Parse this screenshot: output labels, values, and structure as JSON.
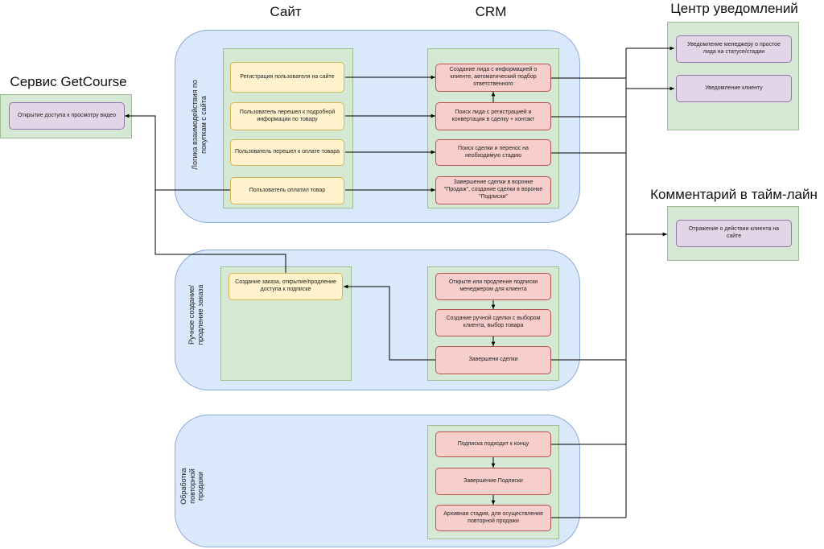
{
  "titles": {
    "site": "Сайт",
    "crm": "CRM",
    "notification_center": "Центр уведомлений",
    "getcourse": "Сервис GetCourse",
    "timeline": "Комментарий в тайм-лайн"
  },
  "lanes": {
    "purchase": "Логика взаимодействия по покупкам с сайта",
    "manual": "Ручное создание/ продление заказа",
    "repeat": "Обработка повторной продажи"
  },
  "site_nodes": {
    "registration": "Регистрация пользователя на сайте",
    "product_info": "Пользователь перешел к подробной информации по товару",
    "to_payment": "Пользователь перешел к оплате товара",
    "paid": "Пользователь оплатил товар",
    "manual_order": "Создание заказа, открытие/продление доступа к подписке"
  },
  "crm_nodes": {
    "create_lead": "Создание лида с информацией о клиенте, автоматический подбор ответственного",
    "find_lead": "Поиск лида с регистрацией и конвертация в сделку + контакт",
    "find_deal": "Поиск сделки и перенос на необходимую стадию",
    "close_deal": "Завершение сделки в воронке \"Продаж\", создание сделки в воронке \"Подписки\"",
    "open_subscription": "Открыте или продление подписки менеджером для клиента",
    "manual_deal": "Создание ручной сделки с выбором клиента, выбор товара",
    "deal_done": "Завершени сделки",
    "subscription_ending": "Подписка подходит к концу",
    "subscription_done": "Завершение Подписки",
    "archive_stage": "Архивная стадия, для осуществления повторной продажи"
  },
  "notifications": {
    "manager_idle": "Уведомление менеджеру о простое лида на статусе/стадии",
    "client": "Уведомление клиенту"
  },
  "getcourse_node": "Открытие доступа к просмотру видео",
  "timeline_node": "Отражение о действии клиента на сайте",
  "colors": {
    "lane_fill": "#dae8fc",
    "panel_fill": "#d5e8d4",
    "site_node_fill": "#fff2cc",
    "crm_node_fill": "#f8cecc",
    "notification_fill": "#e1d5e7",
    "connector": "#000000"
  }
}
